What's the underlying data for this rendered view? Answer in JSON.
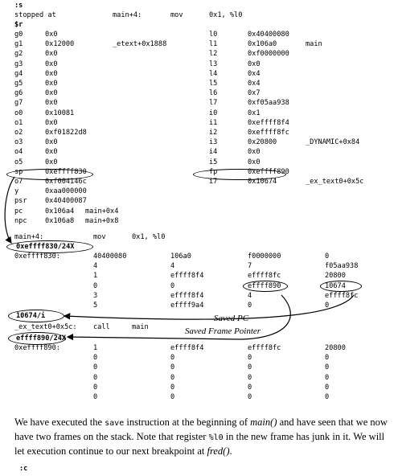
{
  "cmd_s": ":s",
  "stopped": [
    "stopped at",
    "main+4:",
    "mov",
    "0x1, %l0"
  ],
  "cmd_r": "$r",
  "regs_left": [
    [
      "g0",
      "0x0",
      ""
    ],
    [
      "g1",
      "0x12000",
      "_etext+0x1888"
    ],
    [
      "g2",
      "0x0",
      ""
    ],
    [
      "g3",
      "0x0",
      ""
    ],
    [
      "g4",
      "0x0",
      ""
    ],
    [
      "g5",
      "0x0",
      ""
    ],
    [
      "g6",
      "0x0",
      ""
    ],
    [
      "g7",
      "0x0",
      ""
    ],
    [
      "o0",
      "0x10081",
      ""
    ],
    [
      "o1",
      "0x0",
      ""
    ],
    [
      "o2",
      "0xf01822d8",
      ""
    ],
    [
      "o3",
      "0x0",
      ""
    ],
    [
      "o4",
      "0x0",
      ""
    ],
    [
      "o5",
      "0x0",
      ""
    ],
    [
      "sp",
      "0xeffff830",
      ""
    ],
    [
      "o7",
      "0xf004146c",
      ""
    ],
    [
      "y",
      "0xaa000000",
      ""
    ],
    [
      "psr",
      "0x40400087",
      ""
    ],
    [
      "pc",
      "0x106a4",
      "main+0x4"
    ],
    [
      "npc",
      "0x106a8",
      "main+0x8"
    ]
  ],
  "regs_right": [
    [
      "l0",
      "0x40400080",
      ""
    ],
    [
      "l1",
      "0x106a0",
      "main"
    ],
    [
      "l2",
      "0xf0000000",
      ""
    ],
    [
      "l3",
      "0x0",
      ""
    ],
    [
      "l4",
      "0x4",
      ""
    ],
    [
      "l5",
      "0x4",
      ""
    ],
    [
      "l6",
      "0x7",
      ""
    ],
    [
      "l7",
      "0xf05aa938",
      ""
    ],
    [
      "i0",
      "0x1",
      ""
    ],
    [
      "i1",
      "0xeffff8f4",
      ""
    ],
    [
      "i2",
      "0xeffff8fc",
      ""
    ],
    [
      "i3",
      "0x20800",
      "_DYNAMIC+0x84"
    ],
    [
      "i4",
      "0x0",
      ""
    ],
    [
      "i5",
      "0x0",
      ""
    ],
    [
      "fp",
      "0xeffff890",
      ""
    ],
    [
      "i7",
      "0x10674",
      "_ex_text0+0x5c"
    ]
  ],
  "mainline": [
    "main+4:",
    "mov",
    "0x1, %l0"
  ],
  "cmd_dump1": "0xeffff830/24X",
  "dump1_addr": "0xeffff830:",
  "dump1": [
    [
      "40400080",
      "106a0",
      "f0000000",
      "0"
    ],
    [
      "4",
      "4",
      "7",
      "f05aa938"
    ],
    [
      "1",
      "effff8f4",
      "effff8fc",
      "20800"
    ],
    [
      "0",
      "0",
      "effff890",
      "10674"
    ],
    [
      "3",
      "effff8f4",
      "4",
      "effff8fc"
    ],
    [
      "5",
      "effff9a4",
      "0",
      "0"
    ]
  ],
  "cmd_i": "10674/i",
  "ex_line": [
    "_ex_text0+0x5c:",
    "call",
    "main"
  ],
  "cmd_dump2": "effff890/24X",
  "dump2_addr": "0xeffff890:",
  "dump2": [
    [
      "1",
      "effff8f4",
      "effff8fc",
      "20800"
    ],
    [
      "0",
      "0",
      "0",
      "0"
    ],
    [
      "0",
      "0",
      "0",
      "0"
    ],
    [
      "0",
      "0",
      "0",
      "0"
    ],
    [
      "0",
      "0",
      "0",
      "0"
    ],
    [
      "0",
      "0",
      "0",
      "0"
    ]
  ],
  "label_saved_pc": "Saved PC",
  "label_saved_fp": "Saved Frame Pointer",
  "para": {
    "p1": "We have executed the ",
    "code1": "save",
    "p2": " instruction at the beginning of ",
    "em1": "main()",
    "p3": " and have seen that we now have two frames on the stack.  Note that register ",
    "code2": "%l0",
    "p4": " in the new frame has junk in it.  We will let execution continue to our next breakpoint at ",
    "em2": "fred()",
    "p5": "."
  },
  "cmd_c": ":c"
}
